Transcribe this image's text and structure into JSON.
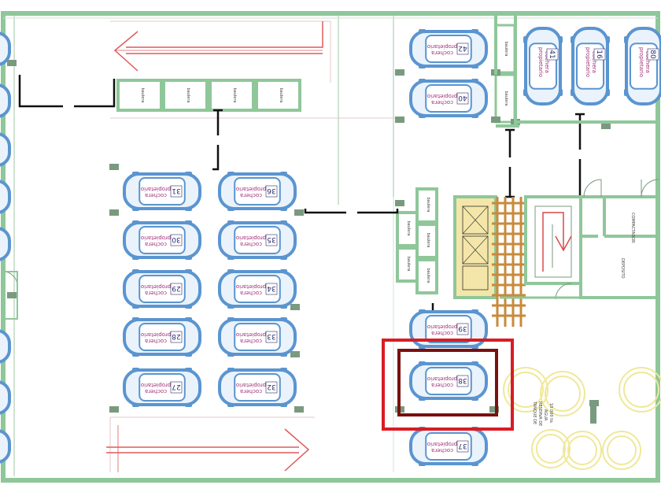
{
  "colors": {
    "wall": "#8fc79a",
    "wall_dark": "#7a9a7f",
    "car": "#5b95d0",
    "car_fill": "#eaf3fb",
    "spot_number": "#2d2d6b",
    "spot_label": "#a0307a",
    "highlight": "#d91c24",
    "highlight_inner": "#7a1010",
    "dimension_line": "#111111",
    "arrow": "#e05a5a",
    "stair_wood": "#c88a3c",
    "stair_fill": "#f3e6a8",
    "tank": "#f0e89a"
  },
  "spots": [
    {
      "number": "42",
      "label1": "cochera",
      "label2": "propietario"
    },
    {
      "number": "40",
      "label1": "cochera",
      "label2": "propietario"
    },
    {
      "number": "41",
      "label1": "cochera",
      "label2": "propietario"
    },
    {
      "number": "16",
      "label1": "cochera",
      "label2": "propietario"
    },
    {
      "number": "80",
      "label1": "cochera",
      "label2": "propietario"
    },
    {
      "number": "31",
      "label1": "cochera",
      "label2": "propietario"
    },
    {
      "number": "30",
      "label1": "cochera",
      "label2": "propietario"
    },
    {
      "number": "29",
      "label1": "cochera",
      "label2": "propietario"
    },
    {
      "number": "28",
      "label1": "cochera",
      "label2": "propietario"
    },
    {
      "number": "27",
      "label1": "cochera",
      "label2": "propietario"
    },
    {
      "number": "36",
      "label1": "cochera",
      "label2": "propietario"
    },
    {
      "number": "35",
      "label1": "cochera",
      "label2": "propietario"
    },
    {
      "number": "34",
      "label1": "cochera",
      "label2": "propietario"
    },
    {
      "number": "33",
      "label1": "cochera",
      "label2": "propietario"
    },
    {
      "number": "32",
      "label1": "cochera",
      "label2": "propietario"
    },
    {
      "number": "39",
      "label1": "cochera",
      "label2": "propietario"
    },
    {
      "number": "38",
      "label1": "cochera",
      "label2": "propietario"
    },
    {
      "number": "37",
      "label1": "cochera",
      "label2": "propietario"
    }
  ],
  "labels": {
    "baulera": "baulera",
    "compactador": "COMPACTADOR",
    "deposito": "DEPOSITO",
    "tanque_1": "TANQUE DE",
    "tanque_2": "RESERVA DE",
    "tanque_3": "AGUA",
    "tanque_4": "10.000 lts"
  },
  "highlighted_spot": "38"
}
